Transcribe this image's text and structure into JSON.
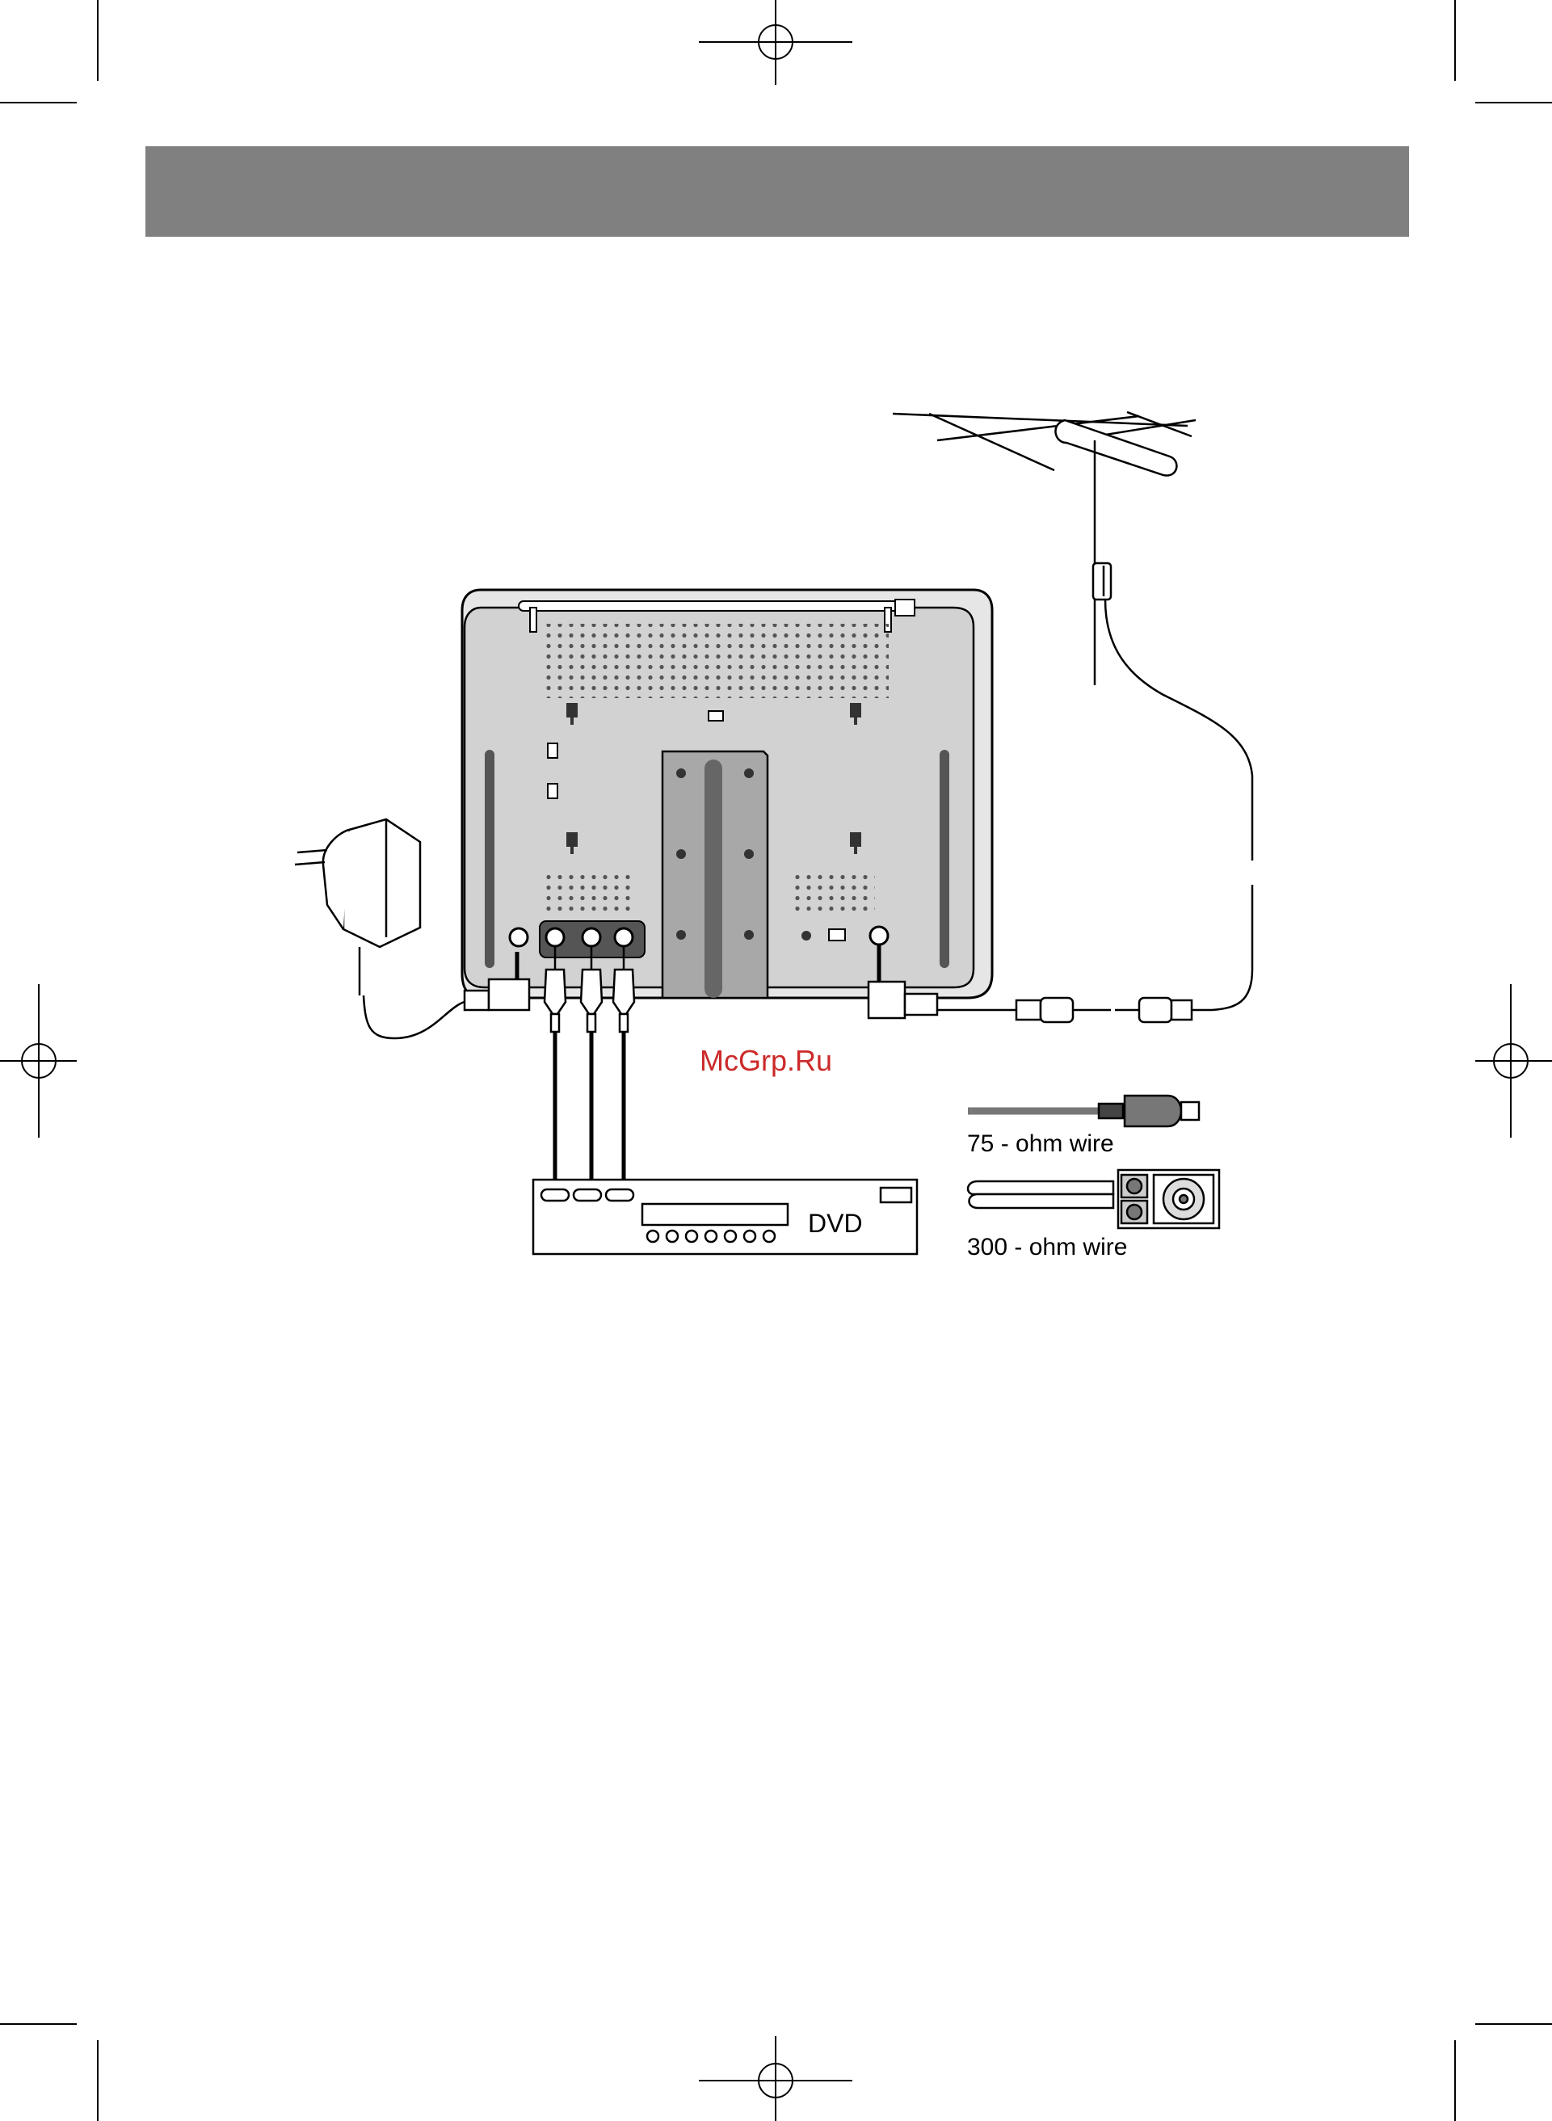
{
  "watermark": "McGrp.Ru",
  "dvd_label": "DVD",
  "wire_75_label": "75 - ohm wire",
  "wire_300_label": "300 - ohm wire",
  "colors": {
    "header_bar": "#808080",
    "tv_body": "#d7d7d7",
    "tv_panel": "#c8c8c8",
    "stand": "#a8a8a8",
    "watermark": "#cc2a2a"
  }
}
